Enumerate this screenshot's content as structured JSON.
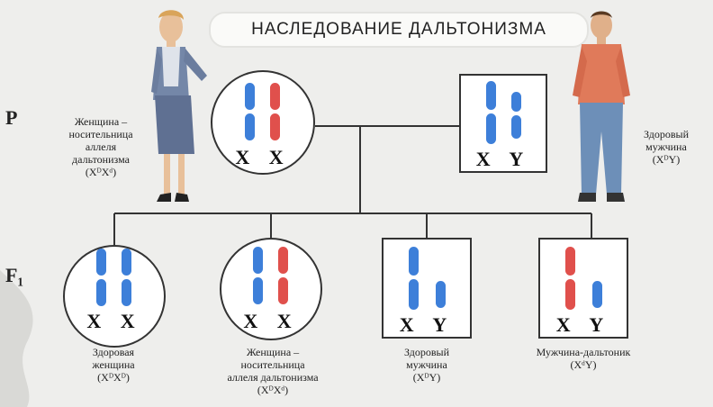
{
  "title": "НАСЛЕДОВАНИЕ ДАЛЬТОНИЗМА",
  "generations": {
    "parents": "P",
    "offspring": "F₁"
  },
  "colors": {
    "normal_chromosome": "#3d7fd9",
    "colorblind_chromosome": "#e0504c",
    "line": "#333333"
  },
  "parents": {
    "mother": {
      "chromosomes": "X X",
      "caption_lines": [
        "Женщина –",
        "носительница",
        "аллеля",
        "дальтонизма",
        "(XᴰXᵈ)"
      ]
    },
    "father": {
      "chromosomes": "X Y",
      "caption_lines": [
        "Здоровый",
        "мужчина",
        "(XᴰY)"
      ]
    }
  },
  "offspring": [
    {
      "chromosomes": "X X",
      "caption_lines": [
        "Здоровая",
        "женщина",
        "(XᴰXᴰ)"
      ]
    },
    {
      "chromosomes": "X X",
      "caption_lines": [
        "Женщина –",
        "носительница",
        "аллеля дальтонизма",
        "(XᴰXᵈ)"
      ]
    },
    {
      "chromosomes": "X Y",
      "caption_lines": [
        "Здоровый",
        "мужчина",
        "(XᴰY)"
      ]
    },
    {
      "chromosomes": "X Y",
      "caption_lines": [
        "Мужчина-дальтоник",
        "(XᵈY)"
      ]
    }
  ]
}
